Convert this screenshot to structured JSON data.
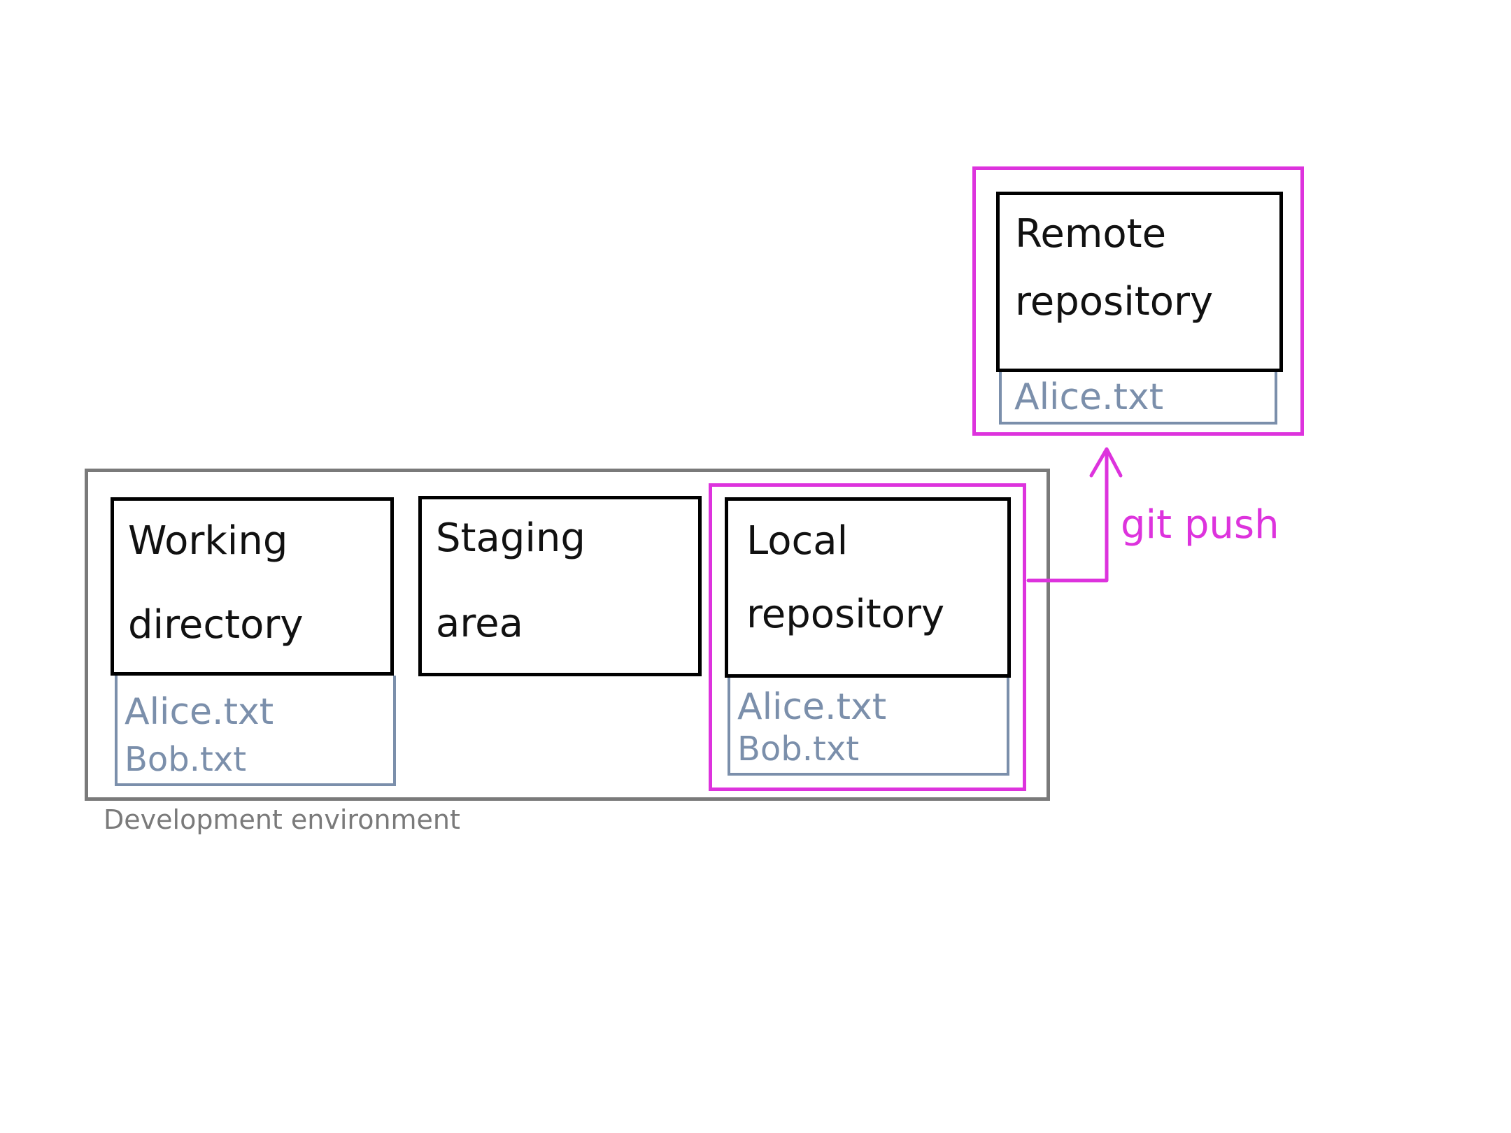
{
  "diagram": {
    "caption": "Development environment",
    "command": "git push",
    "colors": {
      "box_border": "#000000",
      "environment_border": "#7a7a7a",
      "highlight": "#dd33dd",
      "file_text": "#7b8fab"
    },
    "stages": {
      "working_directory": {
        "line1": "Working",
        "line2": "directory",
        "files": [
          "Alice.txt",
          "Bob.txt"
        ]
      },
      "staging_area": {
        "line1": "Staging",
        "line2": "area",
        "files": []
      },
      "local_repository": {
        "line1": "Local",
        "line2": "repository",
        "files": [
          "Alice.txt",
          "Bob.txt"
        ]
      },
      "remote_repository": {
        "line1": "Remote",
        "line2": "repository",
        "files": [
          "Alice.txt"
        ]
      }
    }
  }
}
